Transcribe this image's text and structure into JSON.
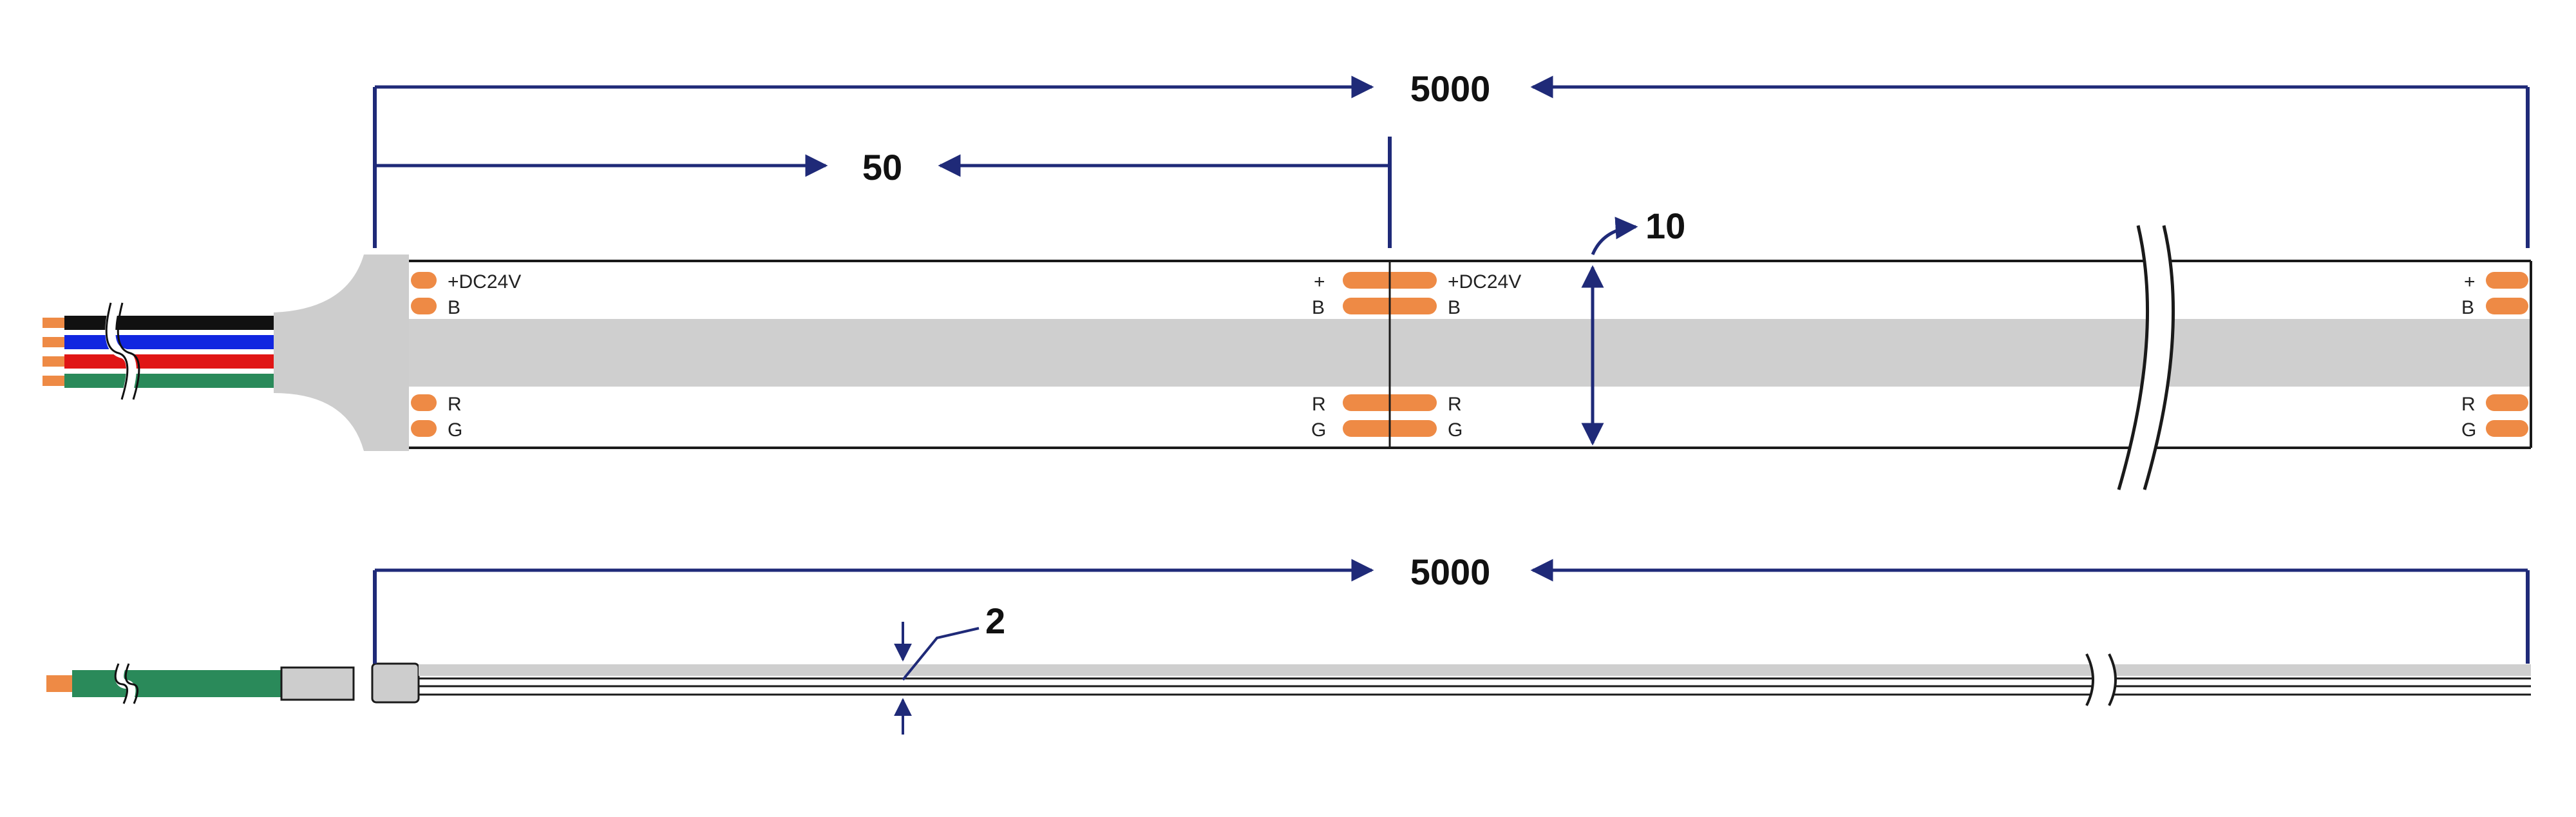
{
  "dimensions": {
    "total_length_top": "5000",
    "cut_unit": "50",
    "width": "10",
    "total_length_side": "5000",
    "thickness": "2"
  },
  "pads": {
    "positive": "+DC24V",
    "positive_short": "+",
    "blue": "B",
    "red": "R",
    "green": "G"
  },
  "colors": {
    "dimension_line": "#1f2a78",
    "pad": "#ee8a45",
    "strip_outline": "#1a1a1a",
    "led_band": "#cfcfcf",
    "end_cap": "#cdcdcd",
    "wire_black": "#111111",
    "wire_blue": "#1126e0",
    "wire_red": "#e01515",
    "wire_green": "#2a8a5a",
    "wire_tip": "#ee8a45"
  }
}
